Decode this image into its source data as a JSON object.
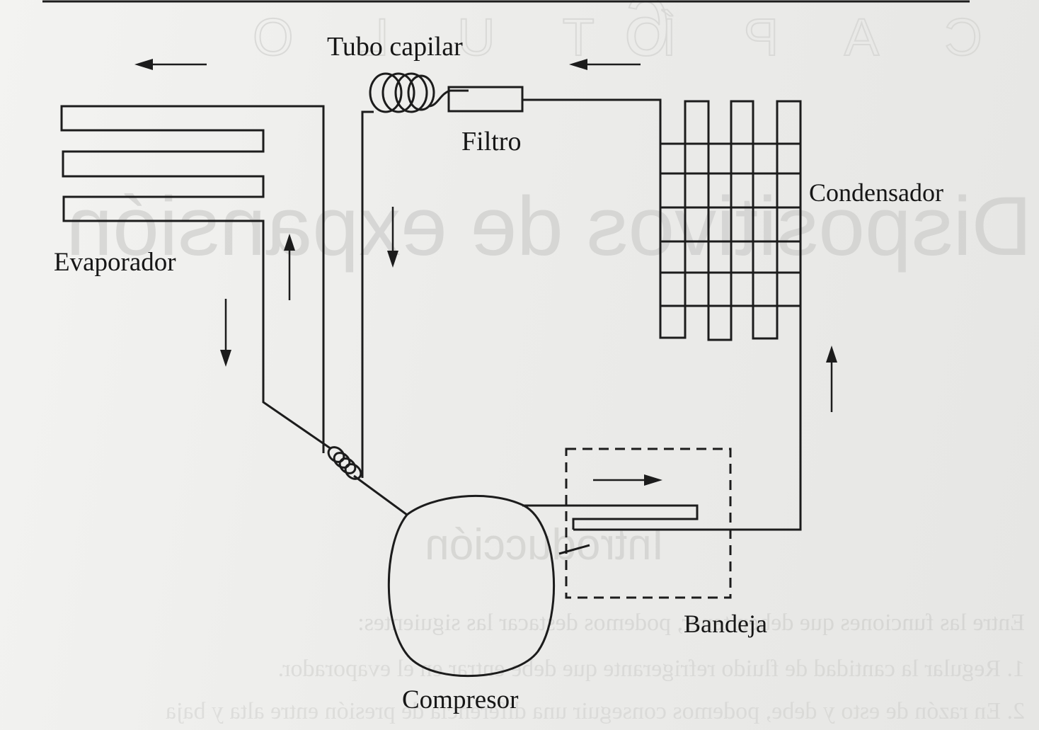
{
  "labels": {
    "tubo_capilar": "Tubo capilar",
    "filtro": "Filtro",
    "condensador": "Condensador",
    "evaporador": "Evaporador",
    "bandeja": "Bandeja",
    "compresor": "Compresor"
  },
  "bleed_through": {
    "capitulo": "C A P Í T U L O",
    "chapter_number": "6",
    "title": "Dispositivos de expansión",
    "section": "Introducción",
    "line1": "Entre las funciones que deben tener, podemos destacar las siguientes:",
    "line2": "1. Regular la cantidad de fluido refrigerante que debe entrar en el evaporador.",
    "line3": "2. En razón de esto y debe, podemos conseguir una diferencia de presión entre alta y baja"
  },
  "colors": {
    "ink": "#1c1c1c",
    "paper": "#efefed",
    "bleed": "#c8c8c6"
  }
}
